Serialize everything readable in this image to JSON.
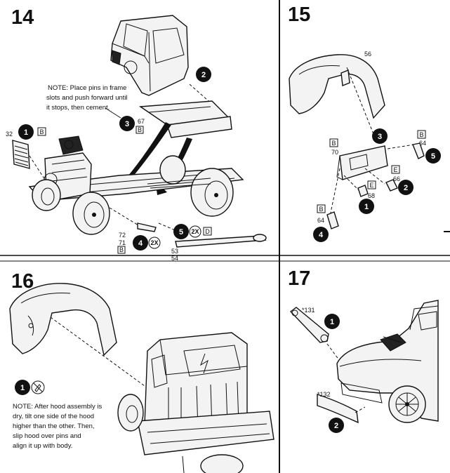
{
  "steps": {
    "s14": {
      "number": "14",
      "note": [
        "NOTE: Place pins in frame",
        "slots and push forward until",
        "it stops, then cement."
      ],
      "callouts": {
        "c1": {
          "num": "1",
          "box": "B",
          "part": "32"
        },
        "c2": {
          "num": "2"
        },
        "c3": {
          "num": "3",
          "box": "B",
          "part": "67"
        },
        "c4": {
          "num": "4",
          "qty": "2X",
          "box": "B",
          "parts": [
            "72",
            "71"
          ]
        },
        "c5": {
          "num": "5",
          "qty": "2X",
          "box": "D",
          "parts": [
            "53",
            "54"
          ]
        }
      }
    },
    "s15": {
      "number": "15",
      "callouts": {
        "hood_part": "56",
        "c1": {
          "num": "1",
          "box": "E",
          "part": "68"
        },
        "c2": {
          "num": "2",
          "box": "E",
          "part": "66"
        },
        "c3": {
          "num": "3",
          "box": "B",
          "part": "70"
        },
        "c4": {
          "num": "4",
          "box": "B",
          "part": "64"
        },
        "c5": {
          "num": "5",
          "box": "B",
          "part": "64"
        }
      }
    },
    "s16": {
      "number": "16",
      "c1": {
        "num": "1"
      },
      "note": [
        "NOTE:  After hood assembly is",
        "dry, tilt one side of the hood",
        "higher than the other.  Then,",
        "slip hood over pins and",
        "align it up with body."
      ]
    },
    "s17": {
      "number": "17",
      "c1": {
        "num": "1",
        "part": "*131"
      },
      "c2": {
        "num": "2",
        "part": "*132"
      }
    }
  }
}
